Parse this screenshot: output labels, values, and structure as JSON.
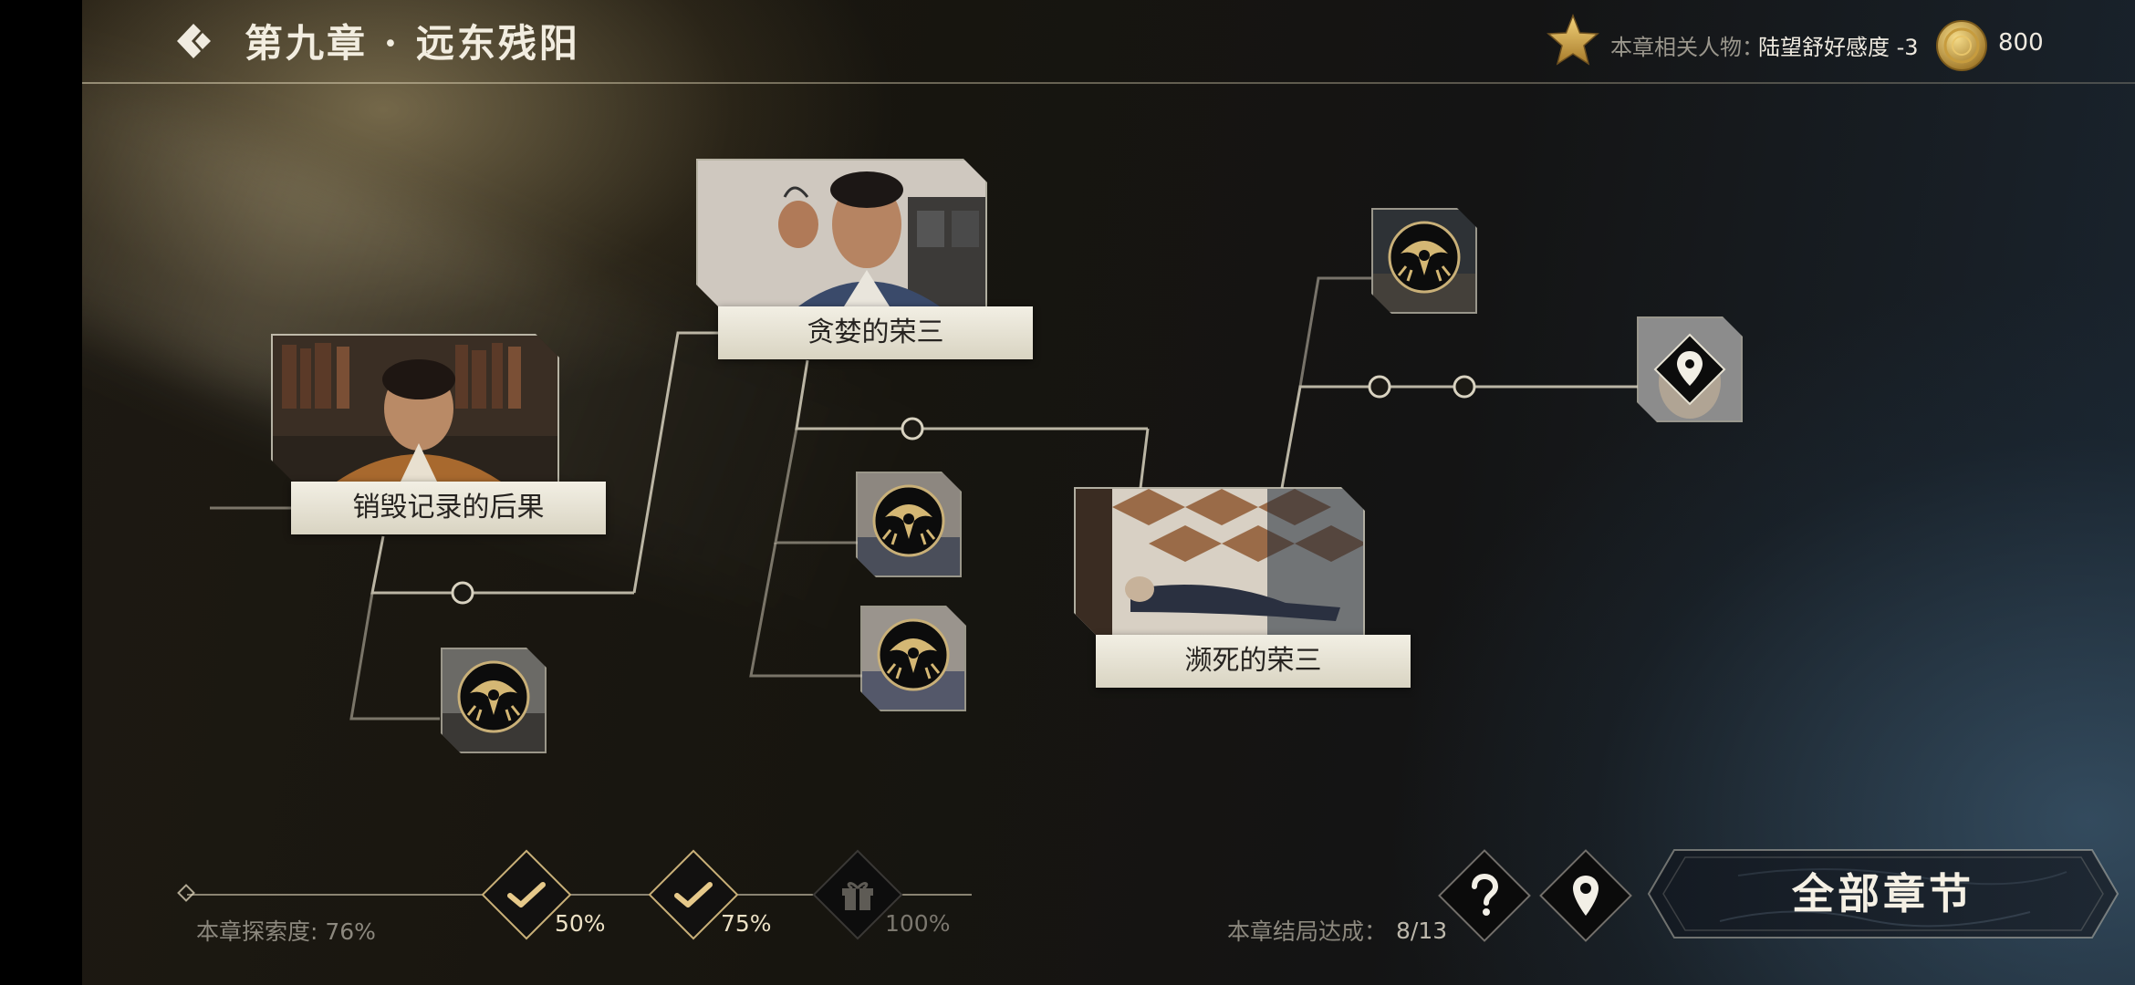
{
  "header": {
    "chapter_title": "第九章 · 远东残阳",
    "related_label": "本章相关人物：",
    "related_value": "陆望舒好感度 -3",
    "coins": "800"
  },
  "nodes": {
    "destroy_records": "销毁记录的后果",
    "greedy_rong": "贪婪的荣三",
    "dying_rong": "濒死的荣三"
  },
  "progress": {
    "label": "本章探索度: 76%",
    "milestones": [
      {
        "pct": "50%",
        "status": "done"
      },
      {
        "pct": "75%",
        "status": "done"
      },
      {
        "pct": "100%",
        "status": "locked"
      }
    ]
  },
  "endings": {
    "label": "本章结局达成：",
    "value": "8/13"
  },
  "buttons": {
    "all_chapters": "全部章节"
  },
  "icons": [
    "back-chevron-icon",
    "star-icon",
    "coin-icon",
    "check-icon",
    "gift-icon",
    "question-icon",
    "location-pin-icon",
    "spider-emblem-icon"
  ],
  "colors": {
    "accent_gold": "#c9b078",
    "plate": "#e6e1d2",
    "line": "#d8d2c0"
  }
}
